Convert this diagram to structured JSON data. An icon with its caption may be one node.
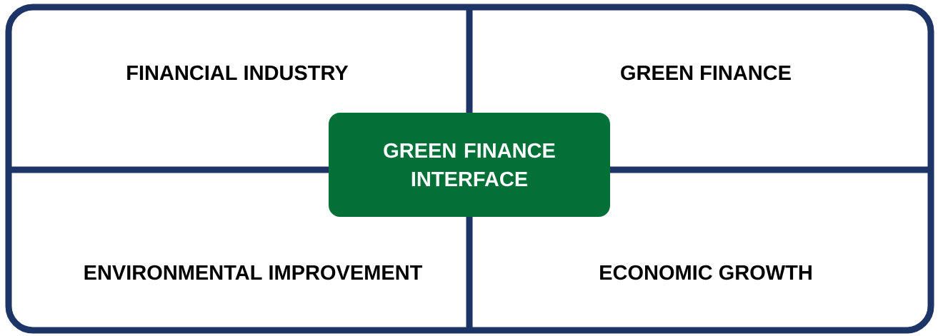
{
  "diagram": {
    "nodes": [
      {
        "text": [
          "FINANCIAL INDUSTRY"
        ]
      },
      {
        "text": [
          "GREEN FINANCE"
        ]
      },
      {
        "text": [
          "GREEN FINANCE INTERFACE"
        ]
      },
      {
        "text": [
          "ENVIRONMENTAL IMPROVEMENT"
        ]
      },
      {
        "text": [
          "ECONOMIC GROWTH"
        ]
      }
    ]
  }
}
